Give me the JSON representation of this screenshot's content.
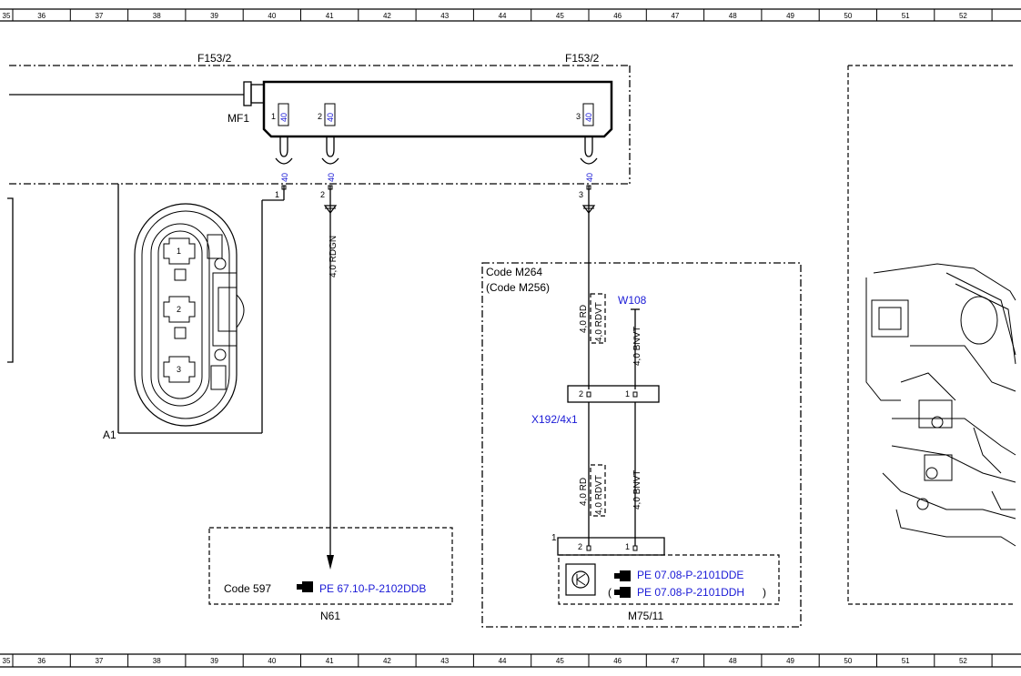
{
  "ruler": {
    "numbers": [
      "35",
      "36",
      "37",
      "38",
      "39",
      "40",
      "41",
      "42",
      "43",
      "44",
      "45",
      "46",
      "47",
      "48",
      "49",
      "50",
      "51",
      "52"
    ]
  },
  "fuse_block": {
    "label_left": "F153/2",
    "label_right": "F153/2",
    "connector_label": "MF1",
    "fuses": [
      {
        "pin": "1",
        "rating": "40"
      },
      {
        "pin": "2",
        "rating": "40"
      },
      {
        "pin": "3",
        "rating": "40"
      }
    ],
    "terminal_ratings": [
      "40",
      "40",
      "40"
    ],
    "output_pins": [
      "1",
      "2",
      "3"
    ]
  },
  "a1": {
    "label": "A1",
    "slots": [
      "1",
      "2",
      "3"
    ]
  },
  "wires": {
    "n61_wire": "4,0 RDGN",
    "m75_rd_upper": "4,0 RD",
    "m75_rdvt_upper": "4,0 RDVT",
    "m75_bnvt_upper": "4,0 BNVT",
    "m75_rd_lower": "4,0 RD",
    "m75_rdvt_lower": "4,0 RDVT",
    "m75_bnvt_lower": "4,0 BNVT"
  },
  "ground_point": "W108",
  "connector_x192": {
    "label": "X192/4x1",
    "pins": [
      "2",
      "1"
    ]
  },
  "code_box": {
    "line1": "Code M264",
    "line2": "(Code M256)"
  },
  "n61": {
    "code": "Code 597",
    "ref": "PE 67.10-P-2102DDB",
    "label": "N61"
  },
  "m75": {
    "label": "M75/11",
    "connector_index": "1",
    "pins": [
      "2",
      "1"
    ],
    "ref1": "PE 07.08-P-2101DDE",
    "ref2_open": "(",
    "ref2": "PE 07.08-P-2101DDH",
    "ref2_close": ")"
  },
  "colors": {
    "link": "#1a1ad6",
    "line": "#000000"
  },
  "icons": [
    "hand-pointer-icon",
    "motor-symbol-icon"
  ]
}
